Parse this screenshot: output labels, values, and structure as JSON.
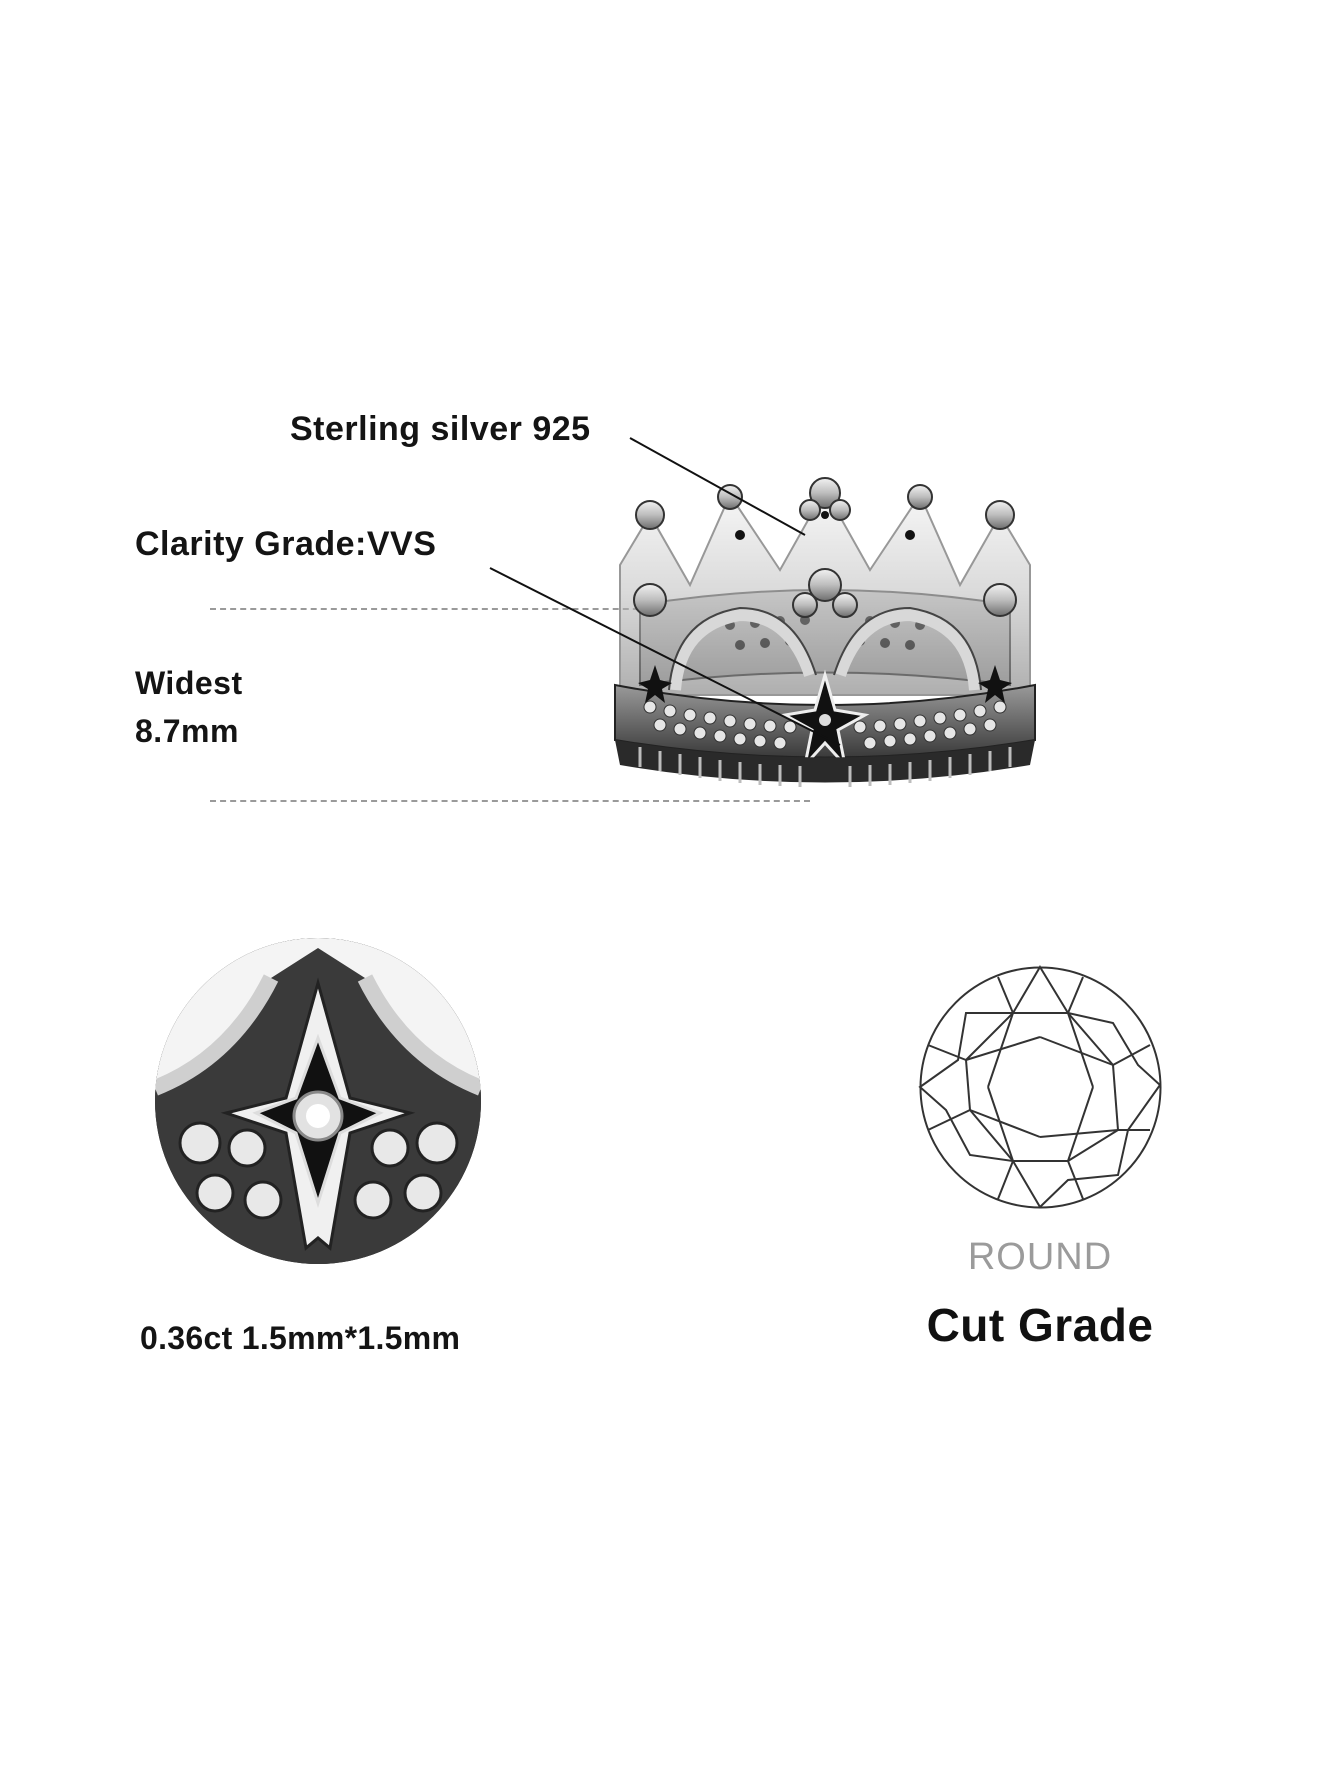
{
  "infographic": {
    "labels": {
      "material": "Sterling silver 925",
      "clarity": "Clarity Grade:VVS",
      "width_title": "Widest",
      "width_value": "8.7mm"
    },
    "detail": {
      "stone_spec": "0.36ct 1.5mm*1.5mm"
    },
    "cut": {
      "shape": "ROUND",
      "title": "Cut Grade"
    },
    "images": {
      "main": "crown-ring-photo",
      "detail": "star-detail-closeup",
      "cut_diagram": "round-brilliant-diagram"
    },
    "colors": {
      "text": "#141414",
      "muted": "#9b9b9b",
      "dash": "#9a9a9a",
      "background": "#ffffff"
    }
  }
}
